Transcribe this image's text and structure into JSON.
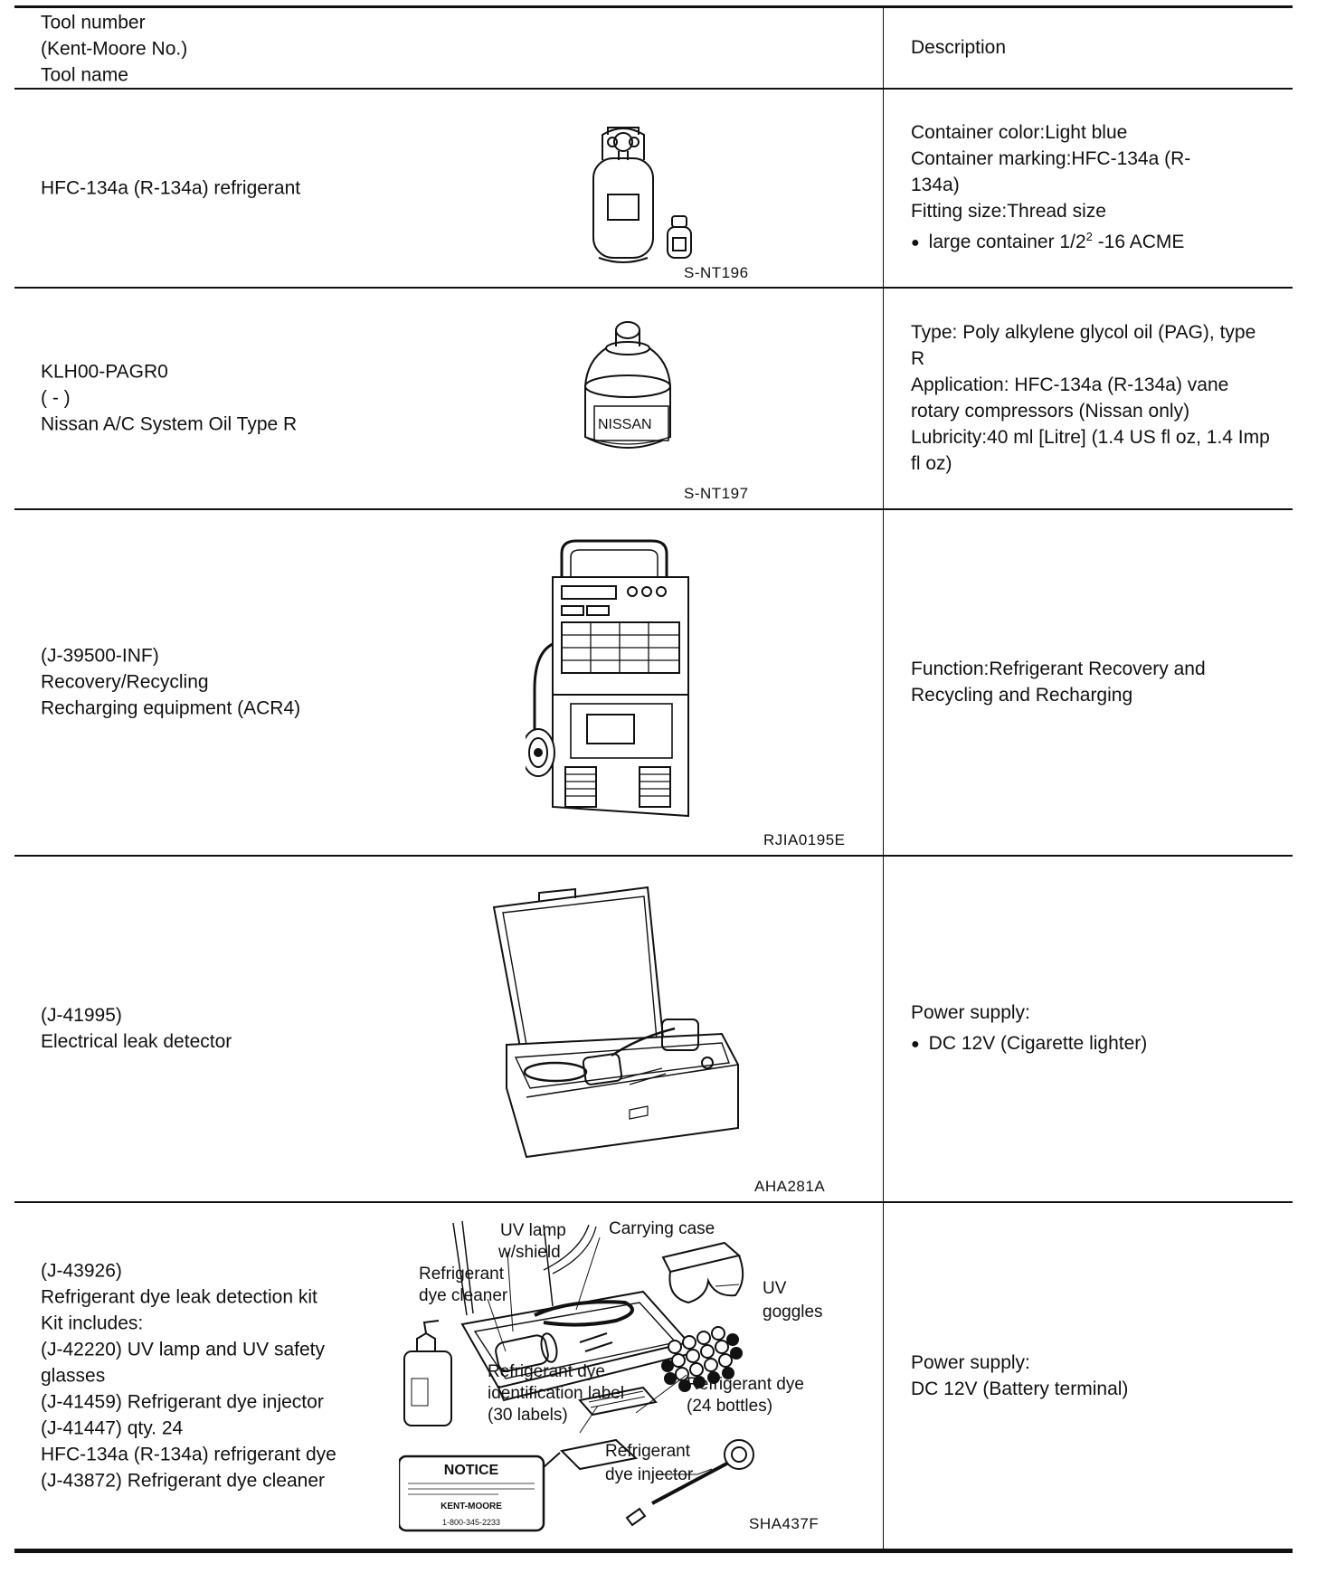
{
  "header": {
    "col1": [
      "Tool number",
      "(Kent-Moore No.)",
      "Tool name"
    ],
    "col2": "Description"
  },
  "rows": [
    {
      "name": [
        "HFC-134a (R-134a) refrigerant"
      ],
      "code": "S-NT196",
      "desc": [
        "Container color:Light blue",
        "Container marking:HFC-134a (R-134a)",
        "Fitting size:Thread size"
      ],
      "bullet": "large container 1/2",
      "bullet_sup": "2",
      "bullet_tail": " -16 ACME"
    },
    {
      "name": [
        "KLH00-PAGR0",
        "( - )",
        "Nissan A/C System Oil Type R"
      ],
      "code": "S-NT197",
      "can_label": "NISSAN",
      "desc": [
        "Type: Poly alkylene glycol oil (PAG), type R",
        "Application: HFC-134a (R-134a) vane rotary compressors (Nissan only)",
        "Lubricity:40 ml [Litre] (1.4 US fl oz, 1.4 Imp fl oz)"
      ]
    },
    {
      "name": [
        "(J-39500-INF)",
        "Recovery/Recycling",
        "Recharging equipment (ACR4)"
      ],
      "code": "RJIA0195E",
      "desc": [
        "Function:Refrigerant Recovery and Recycling and Recharging"
      ]
    },
    {
      "name": [
        "(J-41995)",
        "Electrical leak detector"
      ],
      "code": "AHA281A",
      "desc": [
        "Power supply:"
      ],
      "bullet": "DC 12V (Cigarette lighter)"
    },
    {
      "name": [
        "(J-43926)",
        "Refrigerant dye leak detection kit",
        "Kit includes:",
        "(J-42220) UV lamp and UV safety glasses",
        "(J-41459) Refrigerant dye injector",
        "(J-41447) qty. 24",
        "HFC-134a (R-134a) refrigerant dye",
        "(J-43872) Refrigerant dye cleaner"
      ],
      "code": "SHA437F",
      "desc": [
        "Power supply:",
        "DC 12V (Battery terminal)"
      ],
      "labels": {
        "uv_lamp": [
          "UV lamp",
          "w/shield"
        ],
        "carrying_case": "Carrying case",
        "dye_cleaner": [
          "Refrigerant",
          "dye cleaner"
        ],
        "uv_goggles": [
          "UV",
          "goggles"
        ],
        "id_label": [
          "Refrigerant dye",
          "identification label",
          "(30 labels)"
        ],
        "dye_bottles": [
          "Refrigerant dye",
          "(24 bottles)"
        ],
        "dye_injector": [
          "Refrigerant",
          "dye injector"
        ],
        "notice_title": "NOTICE",
        "notice_brand": "KENT-MOORE",
        "notice_phone": "1-800-345-2233"
      }
    }
  ]
}
